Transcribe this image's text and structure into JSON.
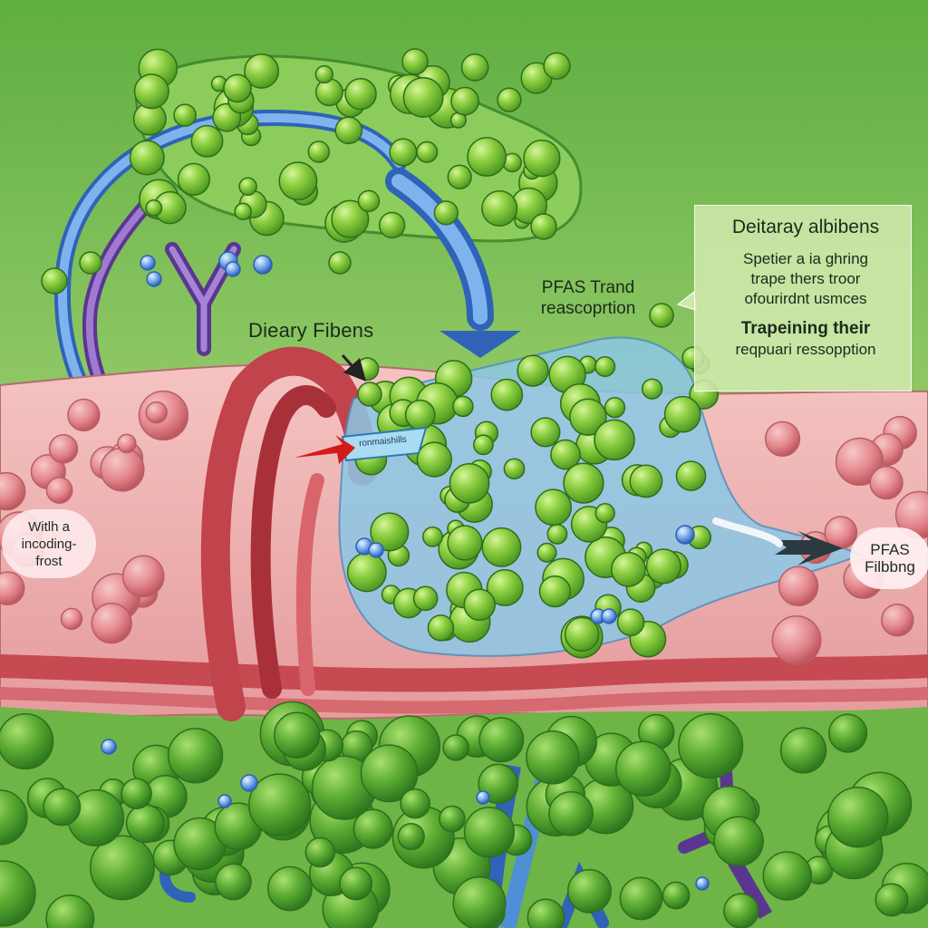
{
  "labels": {
    "dietary_fibers": "Dieary Fibens",
    "pfas_transport": [
      "PFAS Trand",
      "reascoprtion"
    ],
    "tube_text": "ronmaishills",
    "left_bubble": [
      "Witlh a",
      "incoding-",
      "frost"
    ],
    "right_bubble": [
      "PFAS",
      "Filbbng"
    ]
  },
  "infobox": {
    "title": "Deitaray albibens",
    "lines": [
      "Spetier a ia ghring",
      "trape thers troor",
      "ofourirdnt usmces"
    ],
    "strong": "Trapeining their",
    "last": "reqpuari ressopption"
  },
  "colors": {
    "background": "#74b84e",
    "fiber_green": "#7cc63c",
    "fluid_blue": "#8cc8e6",
    "tissue_pink": "#e9a8a8",
    "muscle_red": "#c9474e",
    "vessel_blue": "#4f8fd6",
    "vessel_purple": "#7a4fa8"
  }
}
